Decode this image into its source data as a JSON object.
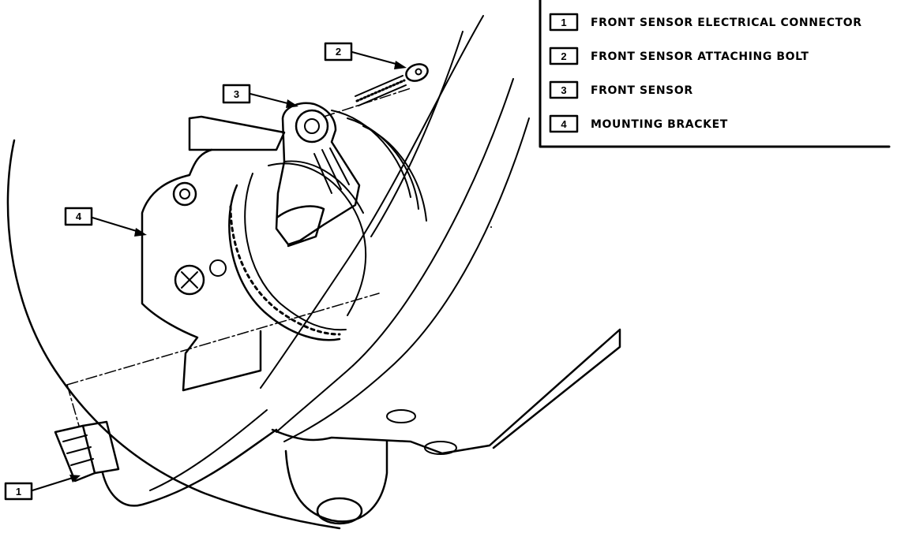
{
  "legend": {
    "items": [
      {
        "num": "1",
        "text": "FRONT SENSOR ELECTRICAL CONNECTOR"
      },
      {
        "num": "2",
        "text": "FRONT SENSOR ATTACHING BOLT"
      },
      {
        "num": "3",
        "text": "FRONT SENSOR"
      },
      {
        "num": "4",
        "text": "MOUNTING BRACKET"
      }
    ]
  },
  "callouts": [
    {
      "num": "1",
      "part": "FRONT SENSOR ELECTRICAL CONNECTOR"
    },
    {
      "num": "2",
      "part": "FRONT SENSOR ATTACHING BOLT"
    },
    {
      "num": "3",
      "part": "FRONT SENSOR"
    },
    {
      "num": "4",
      "part": "MOUNTING BRACKET"
    }
  ],
  "colors": {
    "ink": "#000000",
    "paper": "#ffffff"
  }
}
